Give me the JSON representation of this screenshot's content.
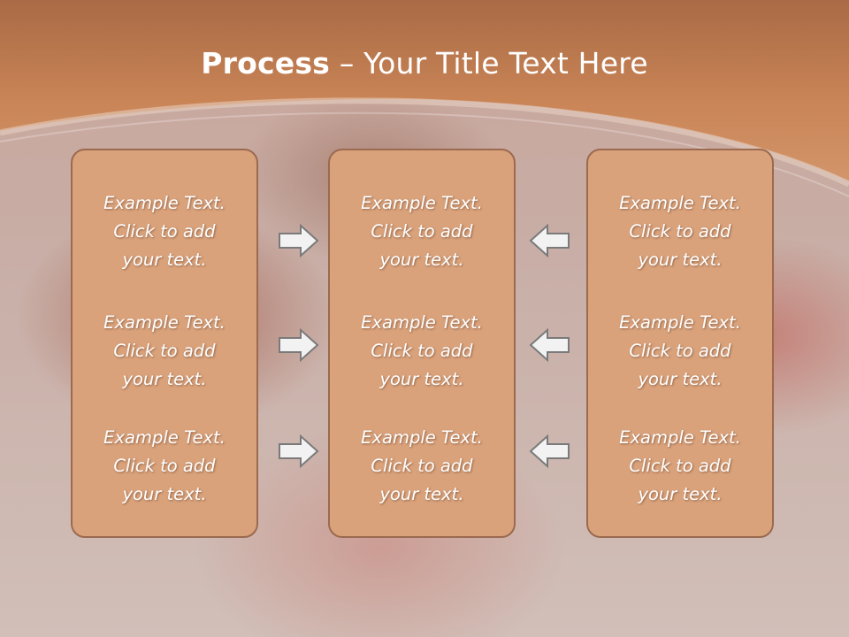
{
  "slide": {
    "title_bold": "Process",
    "title_rest": " – Your Title Text Here",
    "colors": {
      "header": "#c98456",
      "panel_fill": "#d9a27b",
      "panel_border": "#9b6a4f",
      "arrow_fill": "#f2f2f2",
      "arrow_stroke": "#7a7a7a"
    },
    "columns": [
      {
        "blocks": [
          {
            "line1": "Example Text.",
            "line2": "Click  to add",
            "line3": "your text."
          },
          {
            "line1": "Example Text.",
            "line2": "Click  to add",
            "line3": "your text."
          },
          {
            "line1": "Example Text.",
            "line2": "Click  to add",
            "line3": "your text."
          }
        ]
      },
      {
        "blocks": [
          {
            "line1": "Example Text.",
            "line2": "Click  to add",
            "line3": "your text."
          },
          {
            "line1": "Example Text.",
            "line2": "Click  to add",
            "line3": "your text."
          },
          {
            "line1": "Example Text.",
            "line2": "Click  to add",
            "line3": "your text."
          }
        ]
      },
      {
        "blocks": [
          {
            "line1": "Example Text.",
            "line2": "Click  to add",
            "line3": "your text."
          },
          {
            "line1": "Example Text.",
            "line2": "Click  to add",
            "line3": "your text."
          },
          {
            "line1": "Example Text.",
            "line2": "Click  to add",
            "line3": "your text."
          }
        ]
      }
    ],
    "arrows": {
      "left_group": [
        "arrow-right-icon",
        "arrow-right-icon",
        "arrow-right-icon"
      ],
      "right_group": [
        "arrow-left-icon",
        "arrow-left-icon",
        "arrow-left-icon"
      ]
    }
  }
}
